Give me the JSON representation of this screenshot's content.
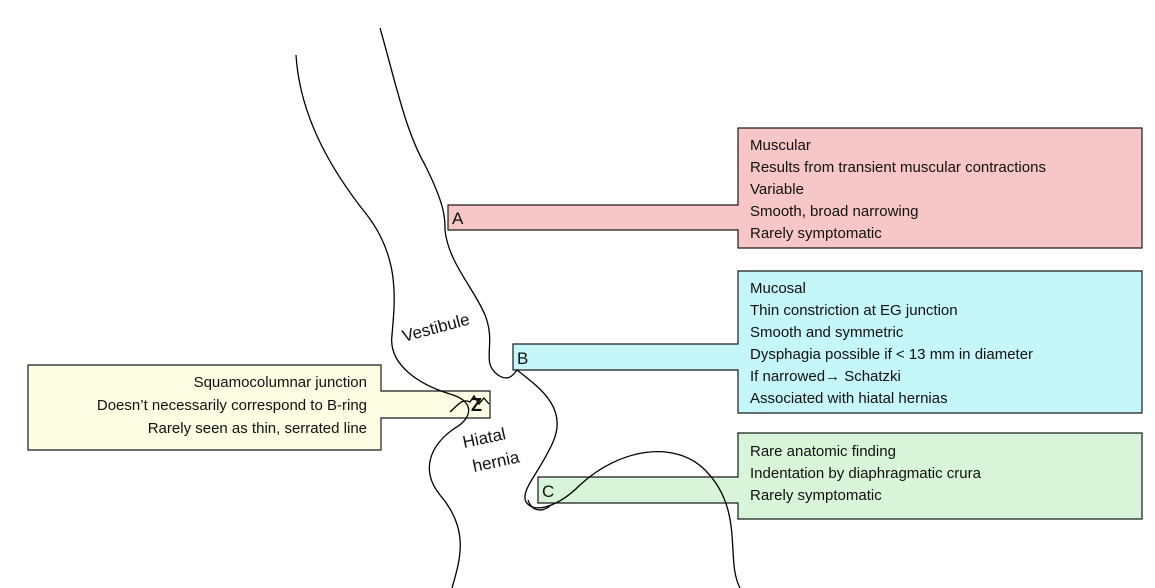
{
  "colors": {
    "muscular": "#f7c6c6",
    "mucosal": "#c4f6fa",
    "crura": "#d9f5d9",
    "squamocolumnar": "#fdfde3",
    "stroke": "#1a1a1a"
  },
  "labels": {
    "vestibule": "Vestibule",
    "hiatal_line1": "Hiatal",
    "hiatal_line2": "hernia"
  },
  "ring_a": {
    "letter": "A",
    "lines": [
      "Muscular",
      "Results from transient muscular contractions",
      "Variable",
      "Smooth, broad narrowing",
      "Rarely symptomatic"
    ]
  },
  "ring_b": {
    "letter": "B",
    "lines": [
      "Mucosal",
      "Thin constriction at EG junction",
      "Smooth and symmetric",
      "Dysphagia possible if < 13 mm in diameter",
      "If narrowed→ Schatzki",
      "Associated with hiatal hernias"
    ]
  },
  "ring_c": {
    "letter": "C",
    "lines": [
      "Rare anatomic finding",
      "Indentation by diaphragmatic crura",
      "Rarely symptomatic"
    ]
  },
  "z_line": {
    "letter": "Z",
    "lines": [
      "Squamocolumnar junction",
      "Doesn’t necessarily correspond to B-ring",
      "Rarely seen as thin, serrated line"
    ]
  }
}
